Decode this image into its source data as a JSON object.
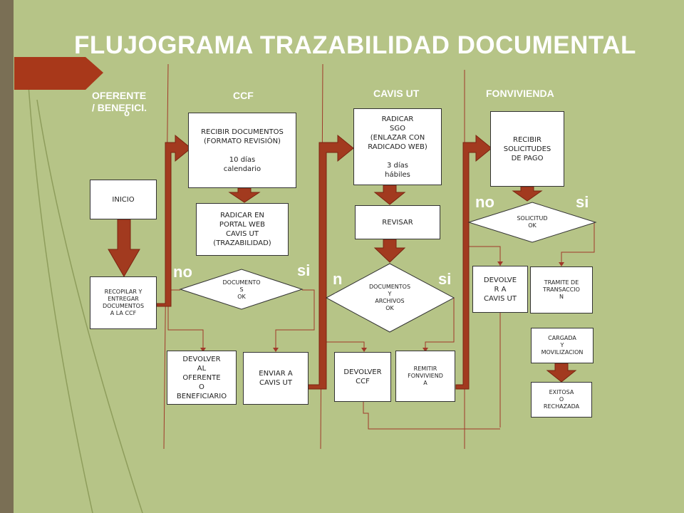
{
  "title": "FLUJOGRAMA TRAZABILIDAD DOCUMENTAL",
  "lanes": {
    "oferente": "OFERENTE\n/ BENEFICI.",
    "oferente_o": "o",
    "ccf": "CCF",
    "cavis": "CAVIS UT",
    "fonvivienda": "FONVIVIENDA"
  },
  "nodes": {
    "inicio": "INICIO",
    "recopilar": "RECOPILAR Y\nENTREGAR\nDOCUMENTOS\nA LA CCF",
    "recibir_docs": "RECIBIR DOCUMENTOS\n(FORMATO REVISIÓN)\n\n10 días\ncalendario",
    "radicar_portal": "RADICAR EN\nPORTAL WEB\nCAVIS UT\n(TRAZABILIDAD)",
    "documentos_ok": "DOCUMENTO\nS\nOK",
    "devolver_oferente": "DEVOLVER\nAL\nOFERENTE\nO\nBENEFICIARIO",
    "enviar_cavis": "ENVIAR A\nCAVIS UT",
    "radicar_sgo": "RADICAR\nSGO\n(ENLAZAR CON\nRADICADO WEB)\n\n3 días\nhábiles",
    "revisar": "REVISAR",
    "docs_archivos_ok": "DOCUMENTOS\nY\nARCHIVOS\nOK",
    "devolver_ccf": "DEVOLVER\nCCF",
    "remitir_fonvivienda": "REMITIR\nFONVIVIEND\nA",
    "recibir_solicitudes": "RECIBIR\nSOLICITUDES\nDE PAGO",
    "solicitud_ok": "SOLICITUD\nOK",
    "devolver_cavis": "DEVOLVE\nR A\nCAVIS UT",
    "tramite": "TRAMITE DE\nTRANSACCIO\nN",
    "cargada": "CARGADA\nY\nMOVILIZACION",
    "exitosa": "EXITOSA\nO\nRECHAZADA"
  },
  "decisions": {
    "no1": "no",
    "si1": "si",
    "no2": "n\no",
    "si2": "si",
    "no3": "no",
    "si3": "si"
  },
  "colors": {
    "background": "#b6c487",
    "arrow": "#a23a1f",
    "arrow_dark": "#8a2c14",
    "sidebar": "#7a6f55",
    "line": "#a0392a"
  }
}
